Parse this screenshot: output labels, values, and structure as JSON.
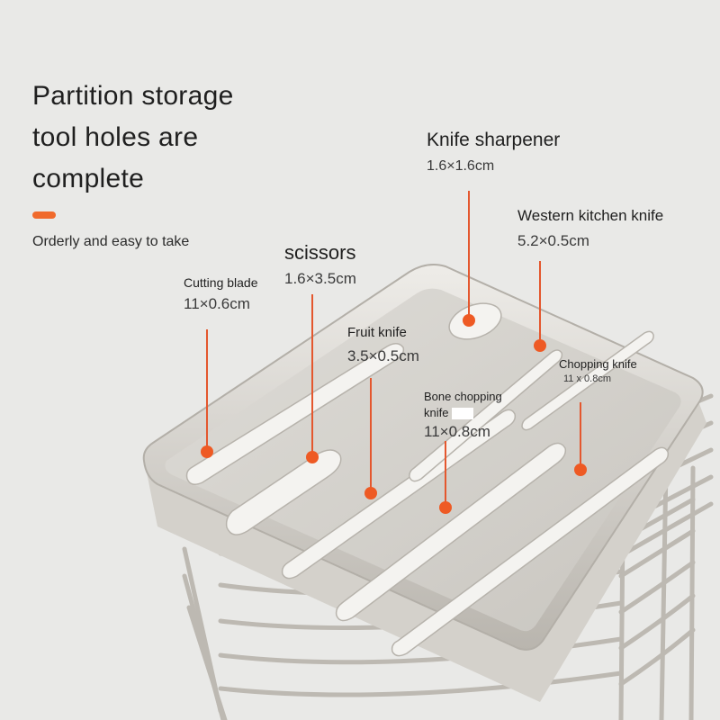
{
  "headline": {
    "line1": "Partition storage",
    "line2": "tool holes are",
    "line3": "complete"
  },
  "subtitle": "Orderly and easy to take",
  "accent_color": "#f06a2c",
  "labels": {
    "sharpener": {
      "name": "Knife sharpener",
      "dims": "1.6×1.6cm"
    },
    "western": {
      "name": "Western kitchen knife",
      "dims": "5.2×0.5cm"
    },
    "scissors": {
      "name": "scissors",
      "dims": "1.6×3.5cm"
    },
    "cutting": {
      "name": "Cutting blade",
      "dims": "11×0.6cm"
    },
    "fruit": {
      "name": "Fruit knife",
      "dims": "3.5×0.5cm"
    },
    "chopping": {
      "name": "Chopping knife",
      "dims": "11 x 0.8cm"
    },
    "bone": {
      "name": "Bone chopping",
      "name2": "knife",
      "dims": "11×0.8cm"
    }
  }
}
